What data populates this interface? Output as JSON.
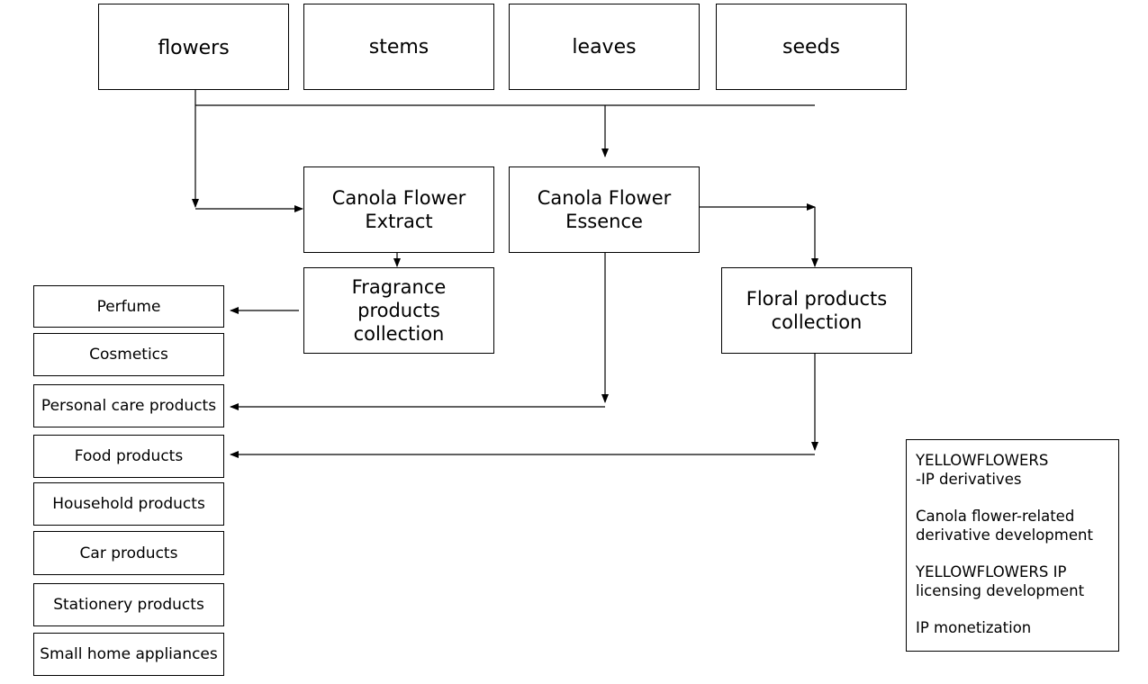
{
  "sources": [
    "flowers",
    "stems",
    "leaves",
    "seeds"
  ],
  "processing": {
    "extract": "Canola Flower\nExtract",
    "essence": "Canola Flower\nEssence",
    "fragrance": "Fragrance\nproducts\ncollection",
    "floral": "Floral products\ncollection"
  },
  "products": [
    "Perfume",
    "Cosmetics",
    "Personal care products",
    "Food products",
    "Household products",
    "Car products",
    "Stationery products",
    "Small home appliances"
  ],
  "ip_panel": {
    "lines": [
      "YELLOWFLOWERS\n-IP derivatives",
      "Canola flower-related\nderivative development",
      "YELLOWFLOWERS IP\nlicensing development",
      "IP monetization"
    ]
  },
  "colors": {
    "line": "#000000",
    "box_border": "#000000",
    "background": "#ffffff"
  }
}
